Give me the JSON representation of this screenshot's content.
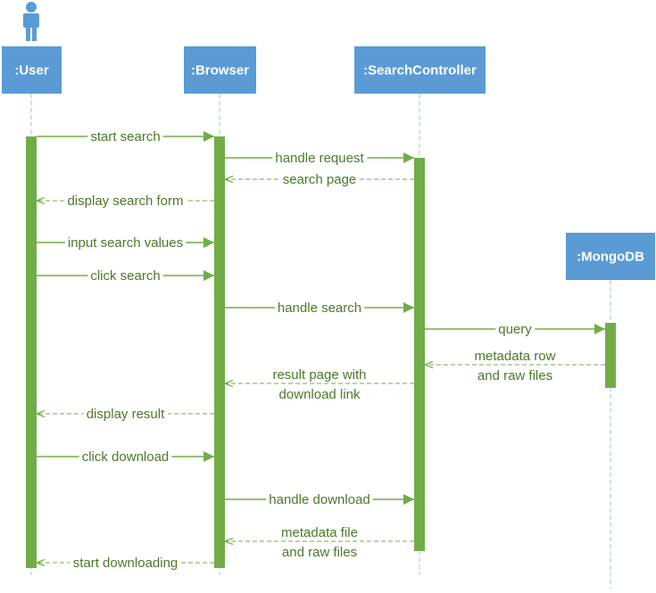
{
  "colors": {
    "participant_box": "#5b9bd5",
    "participant_text": "#ffffff",
    "lifeline": "#9dc3e6",
    "activation": "#70ad47",
    "message_line": "#70ad47",
    "message_text": "#4a7a2a",
    "actor_icon": "#5b9bd5"
  },
  "participants": [
    {
      "id": "user",
      "label": ":User",
      "icon": "actor-icon"
    },
    {
      "id": "browser",
      "label": ":Browser"
    },
    {
      "id": "controller",
      "label": ":SearchController"
    },
    {
      "id": "mongodb",
      "label": ":MongoDB"
    }
  ],
  "messages": [
    {
      "from": "user",
      "to": "browser",
      "type": "call",
      "lines": [
        "start search"
      ]
    },
    {
      "from": "browser",
      "to": "controller",
      "type": "call",
      "lines": [
        "handle request"
      ]
    },
    {
      "from": "controller",
      "to": "browser",
      "type": "return",
      "lines": [
        "search page"
      ]
    },
    {
      "from": "browser",
      "to": "user",
      "type": "return",
      "lines": [
        "display search form"
      ]
    },
    {
      "from": "user",
      "to": "browser",
      "type": "call",
      "lines": [
        "input search values"
      ]
    },
    {
      "from": "user",
      "to": "browser",
      "type": "call",
      "lines": [
        "click search"
      ]
    },
    {
      "from": "browser",
      "to": "controller",
      "type": "call",
      "lines": [
        "handle search"
      ]
    },
    {
      "from": "controller",
      "to": "mongodb",
      "type": "call",
      "lines": [
        "query"
      ]
    },
    {
      "from": "mongodb",
      "to": "controller",
      "type": "return",
      "lines": [
        "metadata row",
        "and raw files"
      ]
    },
    {
      "from": "controller",
      "to": "browser",
      "type": "return",
      "lines": [
        "result page with",
        "download link"
      ]
    },
    {
      "from": "browser",
      "to": "user",
      "type": "return",
      "lines": [
        "display result"
      ]
    },
    {
      "from": "user",
      "to": "browser",
      "type": "call",
      "lines": [
        "click download"
      ]
    },
    {
      "from": "browser",
      "to": "controller",
      "type": "call",
      "lines": [
        "handle download"
      ]
    },
    {
      "from": "controller",
      "to": "browser",
      "type": "return",
      "lines": [
        "metadata file",
        "and raw files"
      ]
    },
    {
      "from": "browser",
      "to": "user",
      "type": "return",
      "lines": [
        "start downloading"
      ]
    }
  ]
}
